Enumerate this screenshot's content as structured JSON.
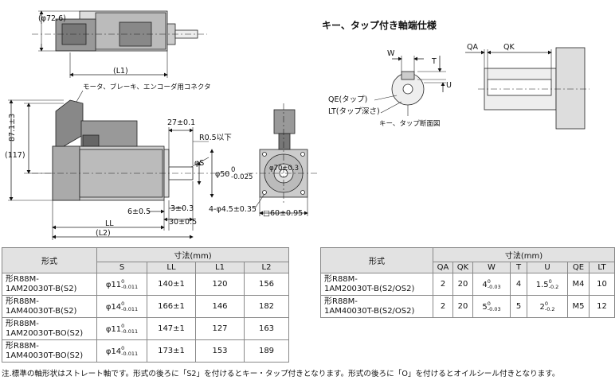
{
  "drawing": {
    "dim_phi72_6": "(φ72.6)",
    "dim_L1": "(L1)",
    "connector_label": "モータ、ブレーキ、エンコーダ用コネクタ",
    "dim_87_1": "87.1±3",
    "dim_117": "(117)",
    "dim_27": "27±0.1",
    "dim_R05": "R0.5以下",
    "dim_phiS": "φS",
    "dim_phi50": "φ50",
    "dim_phi50_tol": "0",
    "dim_phi50_tol2": "-0.025",
    "dim_6": "6±0.5",
    "dim_3": "3±0.3",
    "dim_30": "30±0.5",
    "dim_LL": "LL",
    "dim_L2": "(L2)",
    "dim_phi70": "φ70±0.3",
    "dim_holes": "4-φ4.5±0.35",
    "dim_sq60": "□60±0.95",
    "key_title": "キー、タップ付き軸端仕様",
    "key_W": "W",
    "key_T": "T",
    "key_U": "U",
    "key_QA": "QA",
    "key_QK": "QK",
    "key_QE": "QE(タップ)",
    "key_LT": "LT(タップ深さ)",
    "key_section": "キー、タップ断面図"
  },
  "left_table": {
    "header_model": "形式",
    "header_dims": "寸法(mm)",
    "columns": [
      "S",
      "LL",
      "L1",
      "L2"
    ],
    "rows": [
      {
        "model1": "形R88M-",
        "model2": "1AM20030T-B(S2)",
        "s": "φ11",
        "s_tol1": "0",
        "s_tol2": "-0.011",
        "ll": "140±1",
        "l1": "120",
        "l2": "156"
      },
      {
        "model1": "形R88M-",
        "model2": "1AM40030T-B(S2)",
        "s": "φ14",
        "s_tol1": "0",
        "s_tol2": "-0.011",
        "ll": "166±1",
        "l1": "146",
        "l2": "182"
      },
      {
        "model1": "形R88M-",
        "model2": "1AM20030T-BO(S2)",
        "s": "φ11",
        "s_tol1": "0",
        "s_tol2": "-0.011",
        "ll": "147±1",
        "l1": "127",
        "l2": "163"
      },
      {
        "model1": "形R88M-",
        "model2": "1AM40030T-BO(S2)",
        "s": "φ14",
        "s_tol1": "0",
        "s_tol2": "-0.011",
        "ll": "173±1",
        "l1": "153",
        "l2": "189"
      }
    ]
  },
  "right_table": {
    "header_model": "形式",
    "header_dims": "寸法(mm)",
    "columns": [
      "QA",
      "QK",
      "W",
      "T",
      "U",
      "QE",
      "LT"
    ],
    "rows": [
      {
        "model1": "形R88M-",
        "model2": "1AM20030T-B(S2/OS2)",
        "qa": "2",
        "qk": "20",
        "w": "4",
        "w_tol1": "0",
        "w_tol2": "-0.03",
        "t": "4",
        "u": "1.5",
        "u_tol1": "0",
        "u_tol2": "-0.2",
        "qe": "M4",
        "lt": "10"
      },
      {
        "model1": "形R88M-",
        "model2": "1AM40030T-B(S2/OS2)",
        "qa": "2",
        "qk": "20",
        "w": "5",
        "w_tol1": "0",
        "w_tol2": "-0.03",
        "t": "5",
        "u": "2",
        "u_tol1": "0",
        "u_tol2": "-0.2",
        "qe": "M5",
        "lt": "12"
      }
    ]
  },
  "note": "注.標準の軸形状はストレート軸です。形式の後ろに「S2」を付けるとキー・タップ付きとなります。形式の後ろに「O」を付けるとオイルシール付きとなります。"
}
